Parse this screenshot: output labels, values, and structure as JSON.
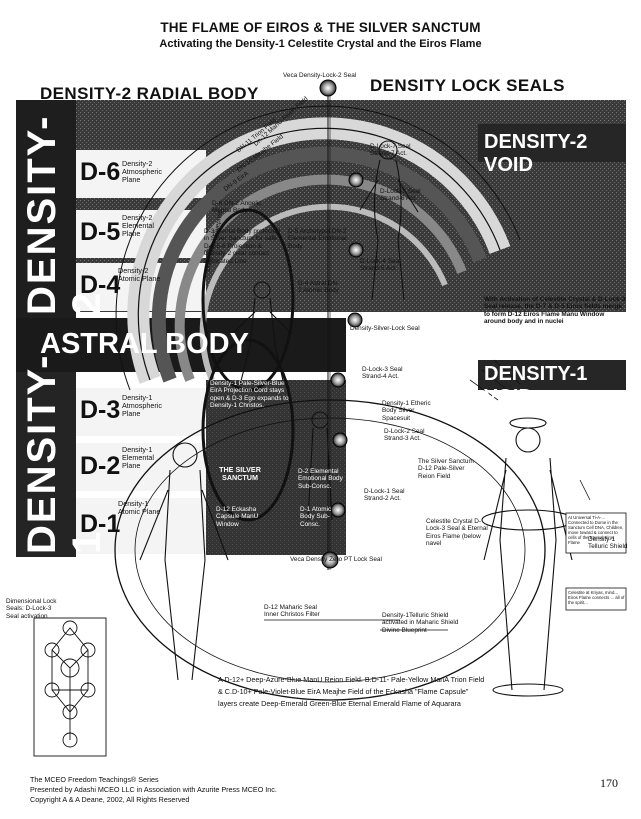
{
  "header": {
    "title": "THE FLAME OF EIROS & THE SILVER SANCTUM",
    "subtitle": "Activating the Density-1 Celestite Crystal and the Eiros Flame"
  },
  "headings": {
    "radial_body": "DENSITY-2 RADIAL BODY",
    "lock_seals": "DENSITY LOCK SEALS",
    "d2_void": "DENSITY-2 VOID",
    "astral_body": "ASTRAL BODY",
    "d1_void": "DENSITY-1 VOID"
  },
  "side_bands": {
    "density2": "DENSITY-2",
    "density1": "DENSITY-1"
  },
  "dimension_labels": {
    "d6": "D-6",
    "d5": "D-5",
    "d4": "D-4",
    "d3": "D-3",
    "d2": "D-2",
    "d1": "D-1"
  },
  "plane_labels": {
    "d6": "Density-2 Atmospheric Plane",
    "d5": "Density-2 Elemental Plane",
    "d4": "Density-2 Atomic Plane",
    "d3": "Density-1 Atmospheric Plane",
    "d2": "Density-1 Elemental Plane",
    "d1": "Density-1 Atomic Plane"
  },
  "arc_labels": {
    "a1": "Dn-12 ManU Reion Field",
    "a2": "DN-11 Trion Field",
    "a3": "DN-10 Meajhe Field",
    "a4": "DN-9 EirA",
    "a5": "DN-8 Divine Blueprint"
  },
  "annotations": {
    "veca_top": "Veca Density-Lock-2 Seal",
    "lock7": "D-Lock-7 Seal Strand-7 Act.",
    "lock5": "D-Lock-5 Seal Strand-6 Act.",
    "dn6": "D-6 DN-2 Angelic Mental Body",
    "dn5": "D-5 Archetypal DN-2 Elemental Emotional Body",
    "lock4": "D-Lock-4 Seal Strand-5 Act.",
    "protected": "D-3 Mental Body protected in Silver Sanctum for safe D-4-5-6 Projection & Density-2 clear contact Dedicated Line",
    "d4astral": "D-4 Astral DN-2 Atomic Body",
    "silver_lock": "Density-Silver-Lock Seal",
    "activation": "With Activation of Celestite Crystal & D-Lock-3 Seal release, the D-7 & D-5 Eiros fields merge to form D-12 Eiros Flame Manu Window around body and in nuclei",
    "lock3": "D-Lock-3 Seal Strand-4 Act.",
    "pale": "Density-1 Pale-Silver-Blue EirA Projection Cord stays open & D-3 Ego expands to Density-1 Christos.",
    "etheric": "Density-1 Etheric Body Silver Spacesuit",
    "lock2": "D-Lock-2 Seal Strand-3 Act.",
    "silver_sanctum": "THE SILVER SANCTUM",
    "eckasha": "D-12 Eckasha Capsule ManU Window",
    "d2emo": "D-2 Elemental Emotional Body Sub-Consc.",
    "d1atomic": "D-1 Atomic Body Sub-Consc.",
    "lock1": "D-Lock-1 Seal Strand-2 Act.",
    "reion": "The Silver Sanctum D-12 Pale-Silver Reion Field",
    "celestite": "Celestite Crystal D-Lock-3 Seal & Eternal Eiros Flame (below navel",
    "telluric": "Density-1 Telluric Shield",
    "veca_zero": "Veca Density Zero PT Lock Seal",
    "dimensional": "Dimensional Lock Seals: D-Lock-3 Seal activation",
    "maharic": "D-12 Maharic Seal Inner Christos Filter",
    "tshield": "Density-1Telluric Shield activated in Maharic Shield Divine Blueprint",
    "panel": "At Universal Ti-A-... Connected to Dome in the Sanctum Cell DNA, Children, move toward & connect to cells of the Eternal Eiros Flame",
    "panel2": "Celestite at Kriyas, mind... Eiros Flame connects ... all of the spirit...",
    "bottom1": "A D-12+ Deep-Azure-Blue ManU Reion Field. B.D-11- Pale-Yellow ManA Trion Field",
    "bottom2": "& C.D-10+ Pale-Violet-Blue EirA Meajhe Field of the Eckasha \"Flame Capsule\"",
    "bottom3": "layers create Deep-Emerald Green-Blue Eternal Emerald Flame of Aquarara"
  },
  "footer": {
    "line1": "The MCEO Freedom Teachings® Series",
    "line2": "Presented by Adashi MCEO LLC in Association with Azurite Press MCEO Inc.",
    "line3": "Copyright A & A Deane, 2002, All Rights Reserved",
    "page": "170"
  }
}
